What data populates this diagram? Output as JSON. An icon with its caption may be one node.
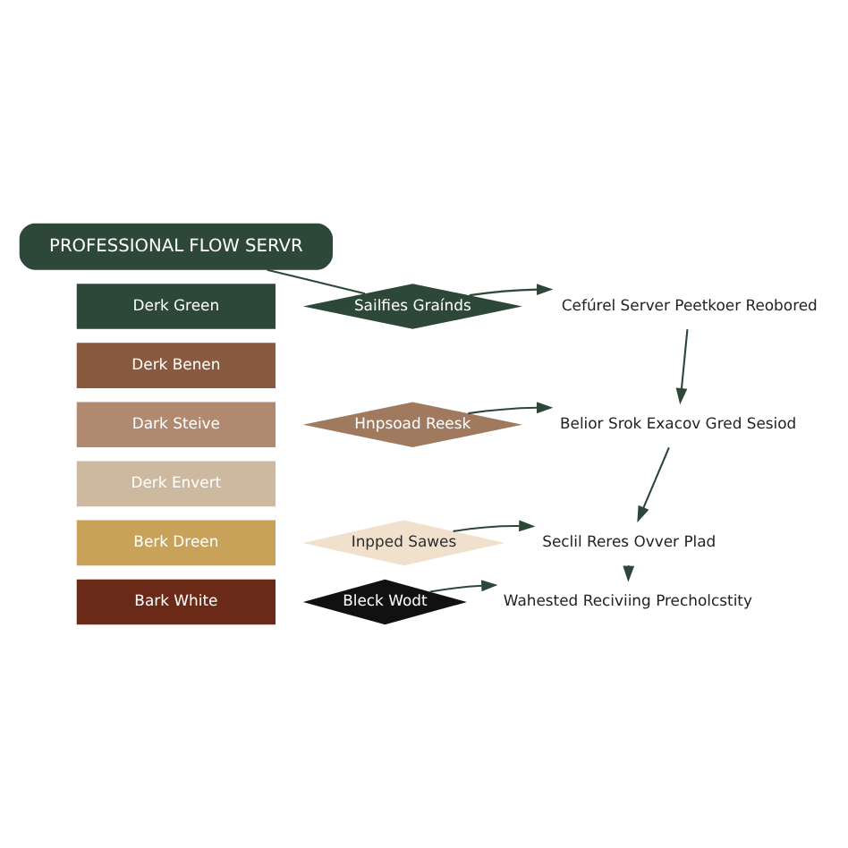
{
  "diagram": {
    "nodes": [
      {
        "text": [
          "PROFESSIONAL FLOW SERVR"
        ]
      },
      {
        "text": [
          "Derk Green"
        ]
      },
      {
        "text": [
          "Derk Benen"
        ]
      },
      {
        "text": [
          "Dark Steive"
        ]
      },
      {
        "text": [
          "Derk Envert"
        ]
      },
      {
        "text": [
          "Berk Dreen"
        ]
      },
      {
        "text": [
          "Bark White"
        ]
      },
      {
        "text": [
          "Sailfies Graínds"
        ]
      },
      {
        "text": [
          "Hnpsoad Reesk"
        ]
      },
      {
        "text": [
          "Inpped Sawes"
        ]
      },
      {
        "text": [
          "Bleck Wodt"
        ]
      },
      {
        "text": [
          "Cefúrel Server Peetkoer Reobored"
        ]
      },
      {
        "text": [
          "Belior Srok Exacov Gred Sesiod"
        ]
      },
      {
        "text": [
          "Seclil Reres Ovver Plad"
        ]
      },
      {
        "text": [
          "Wahested Reciviing Precholcstity"
        ]
      }
    ],
    "edges": [
      {
        "from": 0,
        "to": 7,
        "arrow": "none"
      },
      {
        "from": 7,
        "to": 11,
        "arrow": "to"
      },
      {
        "from": 8,
        "to": 12,
        "arrow": "to"
      },
      {
        "from": 9,
        "to": 13,
        "arrow": "to"
      },
      {
        "from": 10,
        "to": 14,
        "arrow": "to"
      },
      {
        "from": 11,
        "to": 12,
        "arrow": "to"
      },
      {
        "from": 12,
        "to": 13,
        "arrow": "to"
      },
      {
        "from": 13,
        "to": 14,
        "arrow": "to"
      }
    ]
  }
}
